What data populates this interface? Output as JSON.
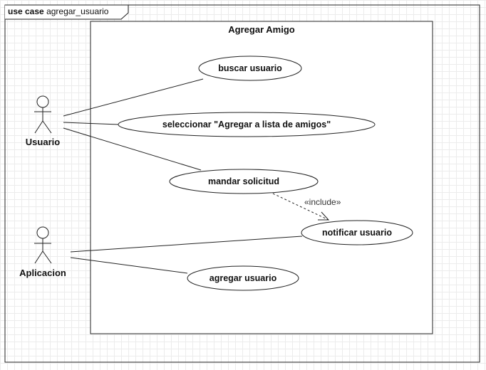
{
  "frame": {
    "keyword": "use case",
    "name": "agregar_usuario"
  },
  "system": {
    "title": "Agregar Amigo"
  },
  "actors": {
    "usuario": "Usuario",
    "aplicacion": "Aplicacion"
  },
  "use_cases": {
    "buscar": "buscar usuario",
    "seleccionar": "seleccionar \"Agregar a lista de amigos\"",
    "mandar": "mandar solicitud",
    "notificar": "notificar usuario",
    "agregar": "agregar usuario"
  },
  "relations": {
    "include_label": "«include»"
  },
  "colors": {
    "line": "#222222",
    "grid": "#ececec",
    "background": "#ffffff"
  }
}
